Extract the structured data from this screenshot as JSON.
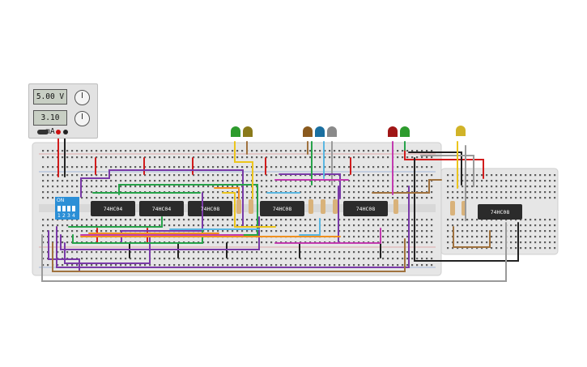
{
  "power_supply": {
    "voltage": "5.00 V",
    "current": "3.10 mA"
  },
  "dip_switch": {
    "on_label": "ON",
    "positions": [
      "1",
      "2",
      "3",
      "4"
    ]
  },
  "chips": [
    {
      "label": "74HC04"
    },
    {
      "label": "74HC04"
    },
    {
      "label": "74HC08"
    },
    {
      "label": "74HC08"
    },
    {
      "label": "74HC08"
    },
    {
      "label": "74HC08"
    }
  ],
  "leds": [
    "green",
    "olive",
    "brown",
    "blue",
    "gray",
    "red",
    "green",
    "yellow"
  ],
  "colors": {
    "board": "#e6e6e6",
    "wire_red": "#d11c1c",
    "wire_purple": "#7a3aa8",
    "wire_green": "#27a34a",
    "wire_orange": "#f0901e",
    "wire_yellow": "#ecc51c",
    "wire_brown": "#a0723e",
    "wire_blue": "#5ab7e2",
    "wire_gray": "#9a9a9a",
    "wire_black": "#222222",
    "wire_magenta": "#c23bb0",
    "dip_blue": "#2c8fd6"
  }
}
